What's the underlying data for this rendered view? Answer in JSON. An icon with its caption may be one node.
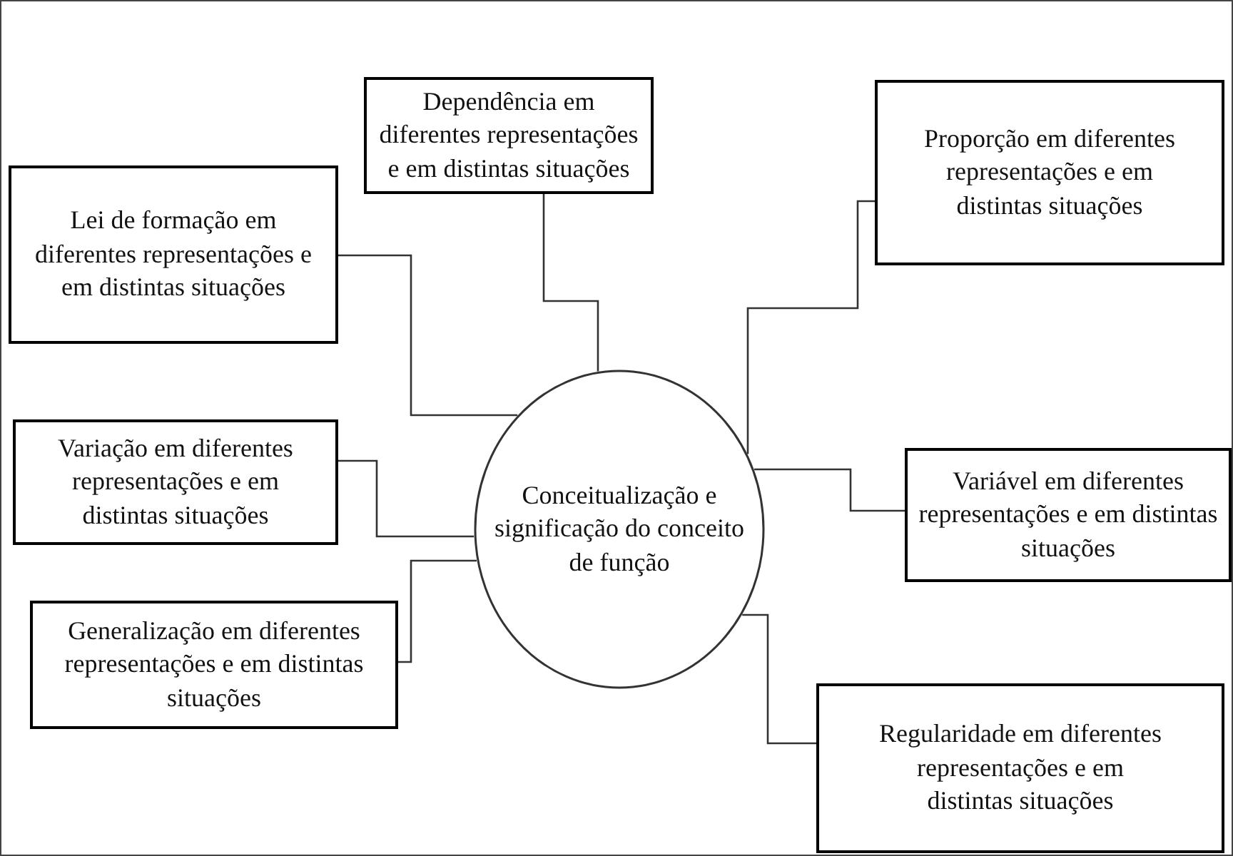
{
  "diagram": {
    "nodes": [
      {
        "text": [
          "Conceitualização e significação do conceito de função"
        ]
      },
      {
        "text": [
          "Dependência em diferentes representações e em distintas situações"
        ]
      },
      {
        "text": [
          "Proporção em diferentes representações e em distintas situações"
        ]
      },
      {
        "text": [
          "Lei de formação em diferentes representações e em distintas situações"
        ]
      },
      {
        "text": [
          "Variação em diferentes representações e em distintas situações"
        ]
      },
      {
        "text": [
          "Variável em diferentes representações e em distintas situações"
        ]
      },
      {
        "text": [
          "Generalização em diferentes representações e em distintas situações"
        ]
      },
      {
        "text": [
          "Regularidade em diferentes representações e em distintas situações"
        ]
      }
    ],
    "edges": [
      {
        "from": 1,
        "to": 0,
        "arrow": "none"
      },
      {
        "from": 2,
        "to": 0,
        "arrow": "none"
      },
      {
        "from": 3,
        "to": 0,
        "arrow": "none"
      },
      {
        "from": 4,
        "to": 0,
        "arrow": "none"
      },
      {
        "from": 5,
        "to": 0,
        "arrow": "none"
      },
      {
        "from": 6,
        "to": 0,
        "arrow": "none"
      },
      {
        "from": 7,
        "to": 0,
        "arrow": "none"
      }
    ]
  }
}
